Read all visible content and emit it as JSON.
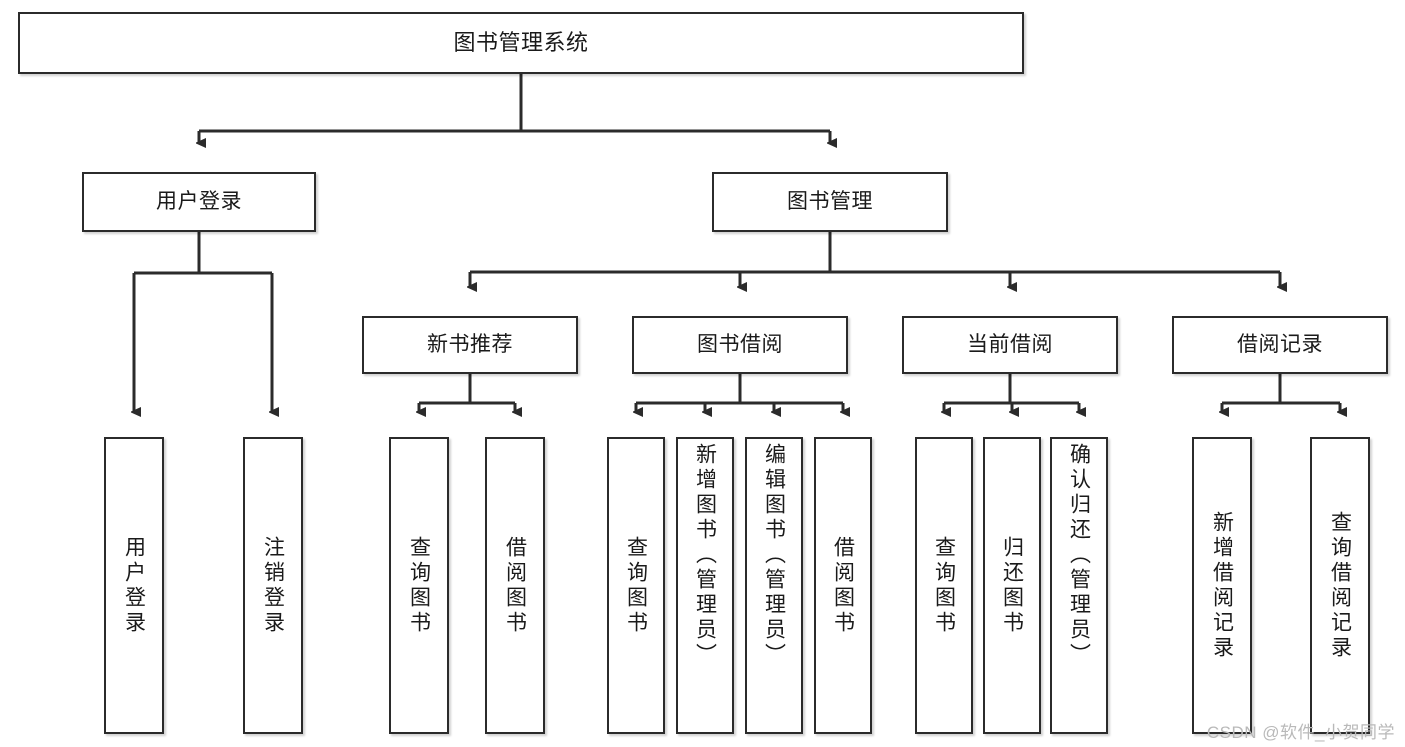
{
  "diagram": {
    "title": "图书管理系统",
    "type": "tree-hierarchy-diagram",
    "colors": {
      "box_border": "#2b2b2b",
      "box_fill": "#ffffff",
      "connector": "#2b2b2b",
      "text": "#1a1a1a",
      "watermark": "#b9b9b9",
      "background": "#ffffff"
    },
    "nodes": {
      "root": {
        "label": "图书管理系统"
      },
      "level2": [
        {
          "label": "用户登录"
        },
        {
          "label": "图书管理"
        }
      ],
      "level3": [
        {
          "label": "新书推荐"
        },
        {
          "label": "图书借阅"
        },
        {
          "label": "当前借阅"
        },
        {
          "label": "借阅记录"
        }
      ],
      "leaves": {
        "user_login": [
          {
            "label": "用户登录"
          },
          {
            "label": "注销登录"
          }
        ],
        "new_book_recommend": [
          {
            "label": "查询图书"
          },
          {
            "label": "借阅图书"
          }
        ],
        "book_borrow": [
          {
            "label": "查询图书"
          },
          {
            "label": "新增图书（管理员）"
          },
          {
            "label": "编辑图书（管理员）"
          },
          {
            "label": "借阅图书"
          }
        ],
        "current_borrow": [
          {
            "label": "查询图书"
          },
          {
            "label": "归还图书"
          },
          {
            "label": "确认归还（管理员）"
          }
        ],
        "borrow_record": [
          {
            "label": "新增借阅记录"
          },
          {
            "label": "查询借阅记录"
          }
        ]
      }
    },
    "watermark": "CSDN @软件_小贺同学"
  }
}
